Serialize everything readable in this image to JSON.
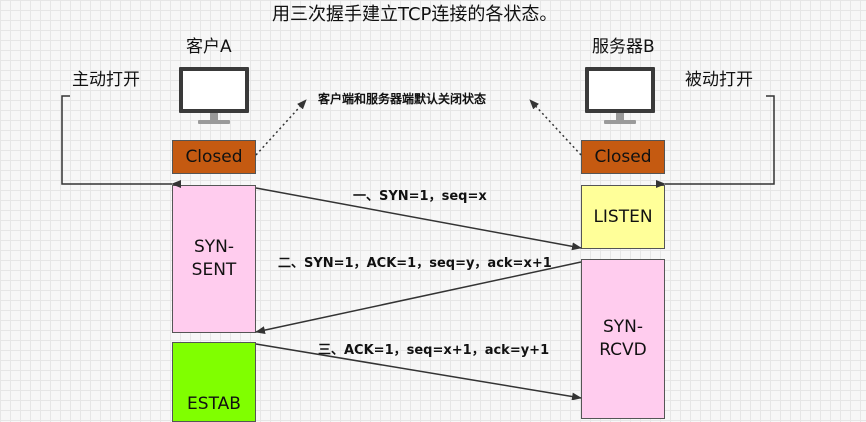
{
  "title": "用三次握手建立TCP连接的各状态。",
  "client": {
    "label": "客户A",
    "open_label": "主动打开",
    "closed_state": "Closed",
    "syn_sent_state": "SYN-\nSENT",
    "established_state": "ESTAB"
  },
  "server": {
    "label": "服务器B",
    "open_label": "被动打开",
    "closed_state": "Closed",
    "listen_state": "LISTEN",
    "syn_rcvd_state": "SYN-\nRCVD"
  },
  "default_state_note": "客户端和服务器端默认关闭状态",
  "messages": [
    {
      "label": "一、SYN=1，seq=x"
    },
    {
      "label": "二、SYN=1，ACK=1，seq=y，ack=x+1"
    },
    {
      "label": "三、ACK=1，seq=x+1，ack=y+1"
    }
  ],
  "colors": {
    "closed": "#c55a11",
    "syn_state": "#ffccee",
    "listen": "#ffff99",
    "established": "#80ff00"
  }
}
